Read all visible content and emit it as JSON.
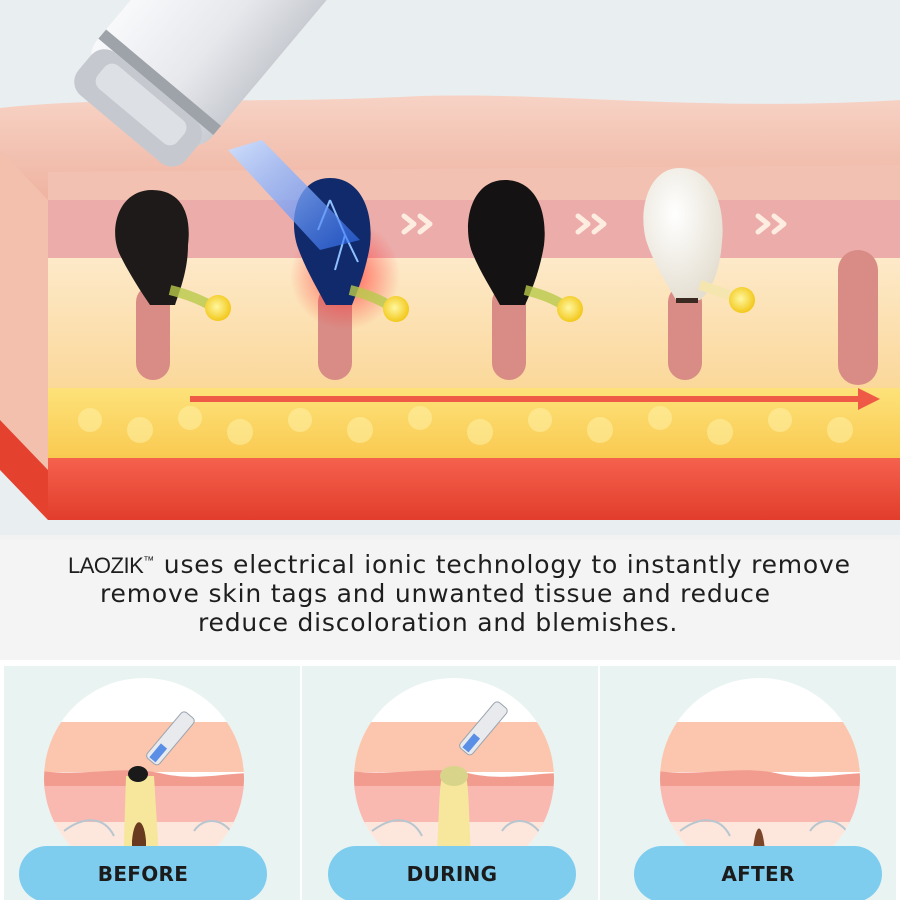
{
  "hero": {
    "illustration": "skin-cross-section-ionic-device",
    "lesions": [
      "dark-lesion",
      "dark-lesion-electrified",
      "dark-lesion",
      "white-lesion-removed"
    ]
  },
  "caption": {
    "brand": "LAOZIK",
    "trademark": "™",
    "line1_rest": " uses electrical ionic technology to instantly remove",
    "line2": "remove skin tags and unwanted tissue and reduce",
    "line3": "reduce discoloration and blemishes."
  },
  "panels": [
    {
      "label": "BEFORE"
    },
    {
      "label": "DURING"
    },
    {
      "label": "AFTER"
    }
  ],
  "colors": {
    "pill": "#7ecdef",
    "skin_top": "#f6c9b8",
    "dermis": "#eea3a0",
    "fat": "#fbd46a",
    "base_red": "#ee4b3a",
    "beam_blue": "#3a7bff"
  }
}
